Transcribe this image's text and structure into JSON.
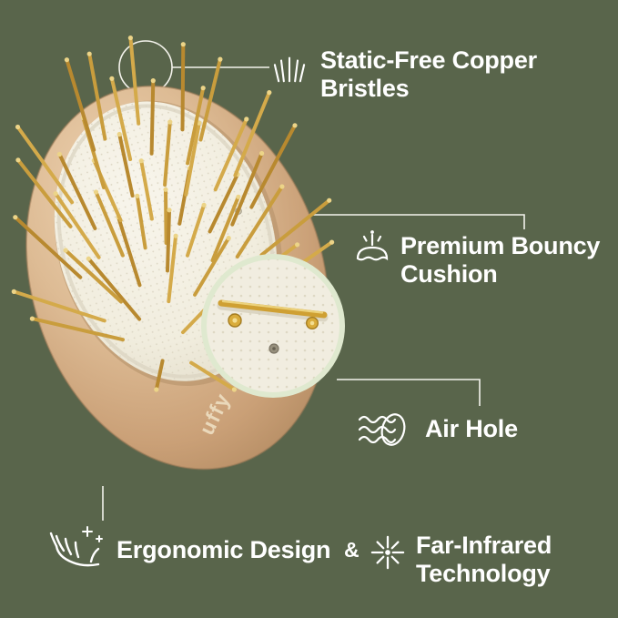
{
  "page": {
    "background_color": "#59654b",
    "text_color": "#ffffff"
  },
  "product": {
    "brand_text": "uffy"
  },
  "callouts": {
    "bristles": {
      "lines": [
        "Static-Free Copper",
        "Bristles"
      ],
      "icon": "bristle-tuft-icon"
    },
    "cushion": {
      "lines": [
        "Premium Bouncy",
        "Cushion"
      ],
      "icon": "bouncy-cushion-icon"
    },
    "air_hole": {
      "lines": [
        "Air Hole"
      ],
      "icon": "air-flow-icon"
    },
    "ergonomic": {
      "lines": [
        "Ergonomic Design"
      ],
      "icon": "hand-care-icon"
    },
    "joiner": "&",
    "far_infrared": {
      "lines": [
        "Far-Infrared",
        "Technology"
      ],
      "icon": "starburst-icon"
    }
  },
  "colors": {
    "background": "#59654b",
    "text": "#ffffff",
    "line": "#f4f3ec",
    "wood": "#d8b68f",
    "bristle-gold": "#c79b3b",
    "cushion-pad": "#f1edde",
    "inset-ring": "#dfe9cf"
  }
}
